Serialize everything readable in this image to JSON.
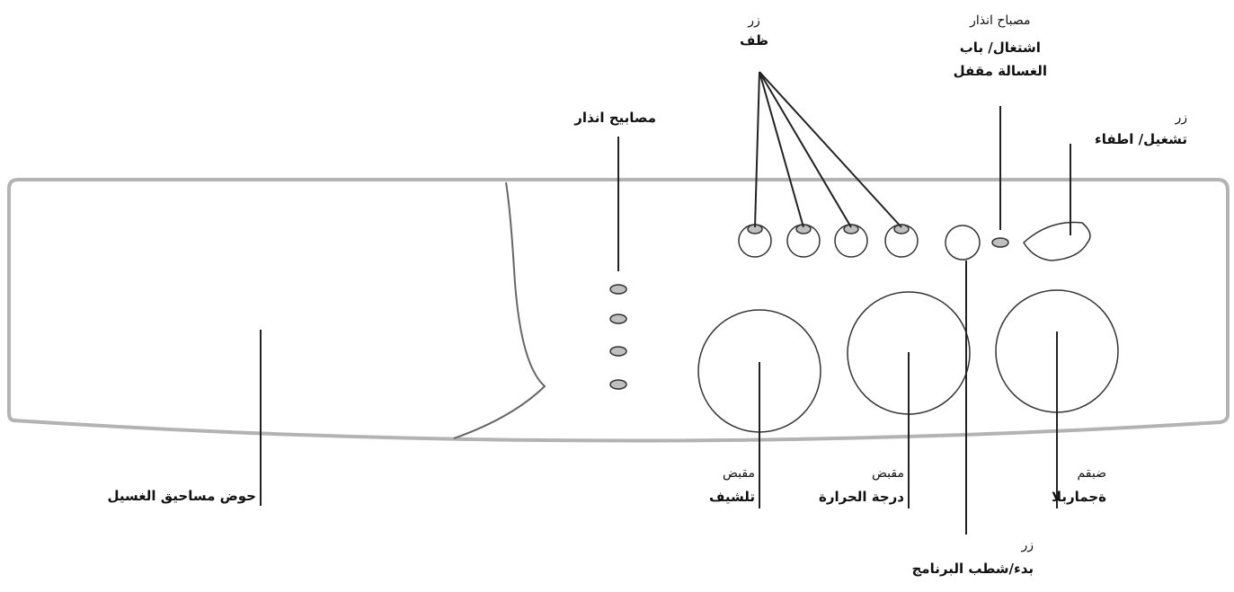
{
  "labels": {
    "softener_drawer": {
      "title": "حوض مساحيق الغسيل"
    },
    "warning_lights": {
      "title": "مصابيح انذار"
    },
    "option_buttons": {
      "small": "زر",
      "bold": "ظف"
    },
    "door_lock_light": {
      "small": "مصباح انذار",
      "bold1": "اشتغال/ باب",
      "bold2": "الغسالة مقفل"
    },
    "power_button": {
      "small": "زر",
      "bold": "تشغيل/ اطفاء"
    },
    "spin_knob": {
      "small": "مقبض",
      "bold": "تلشيف"
    },
    "temp_knob": {
      "small": "مقبض",
      "bold": "درجة الحرارة"
    },
    "program_knob": {
      "small": "ضبقم",
      "bold": "ةجماربلا"
    },
    "start_button": {
      "small": "زر",
      "bold": "بدء/شطب البرنامج"
    }
  },
  "colors": {
    "panel_outline": "#b3b3b3",
    "line": "#222222",
    "indicator_fill": "#bfbfbf"
  }
}
